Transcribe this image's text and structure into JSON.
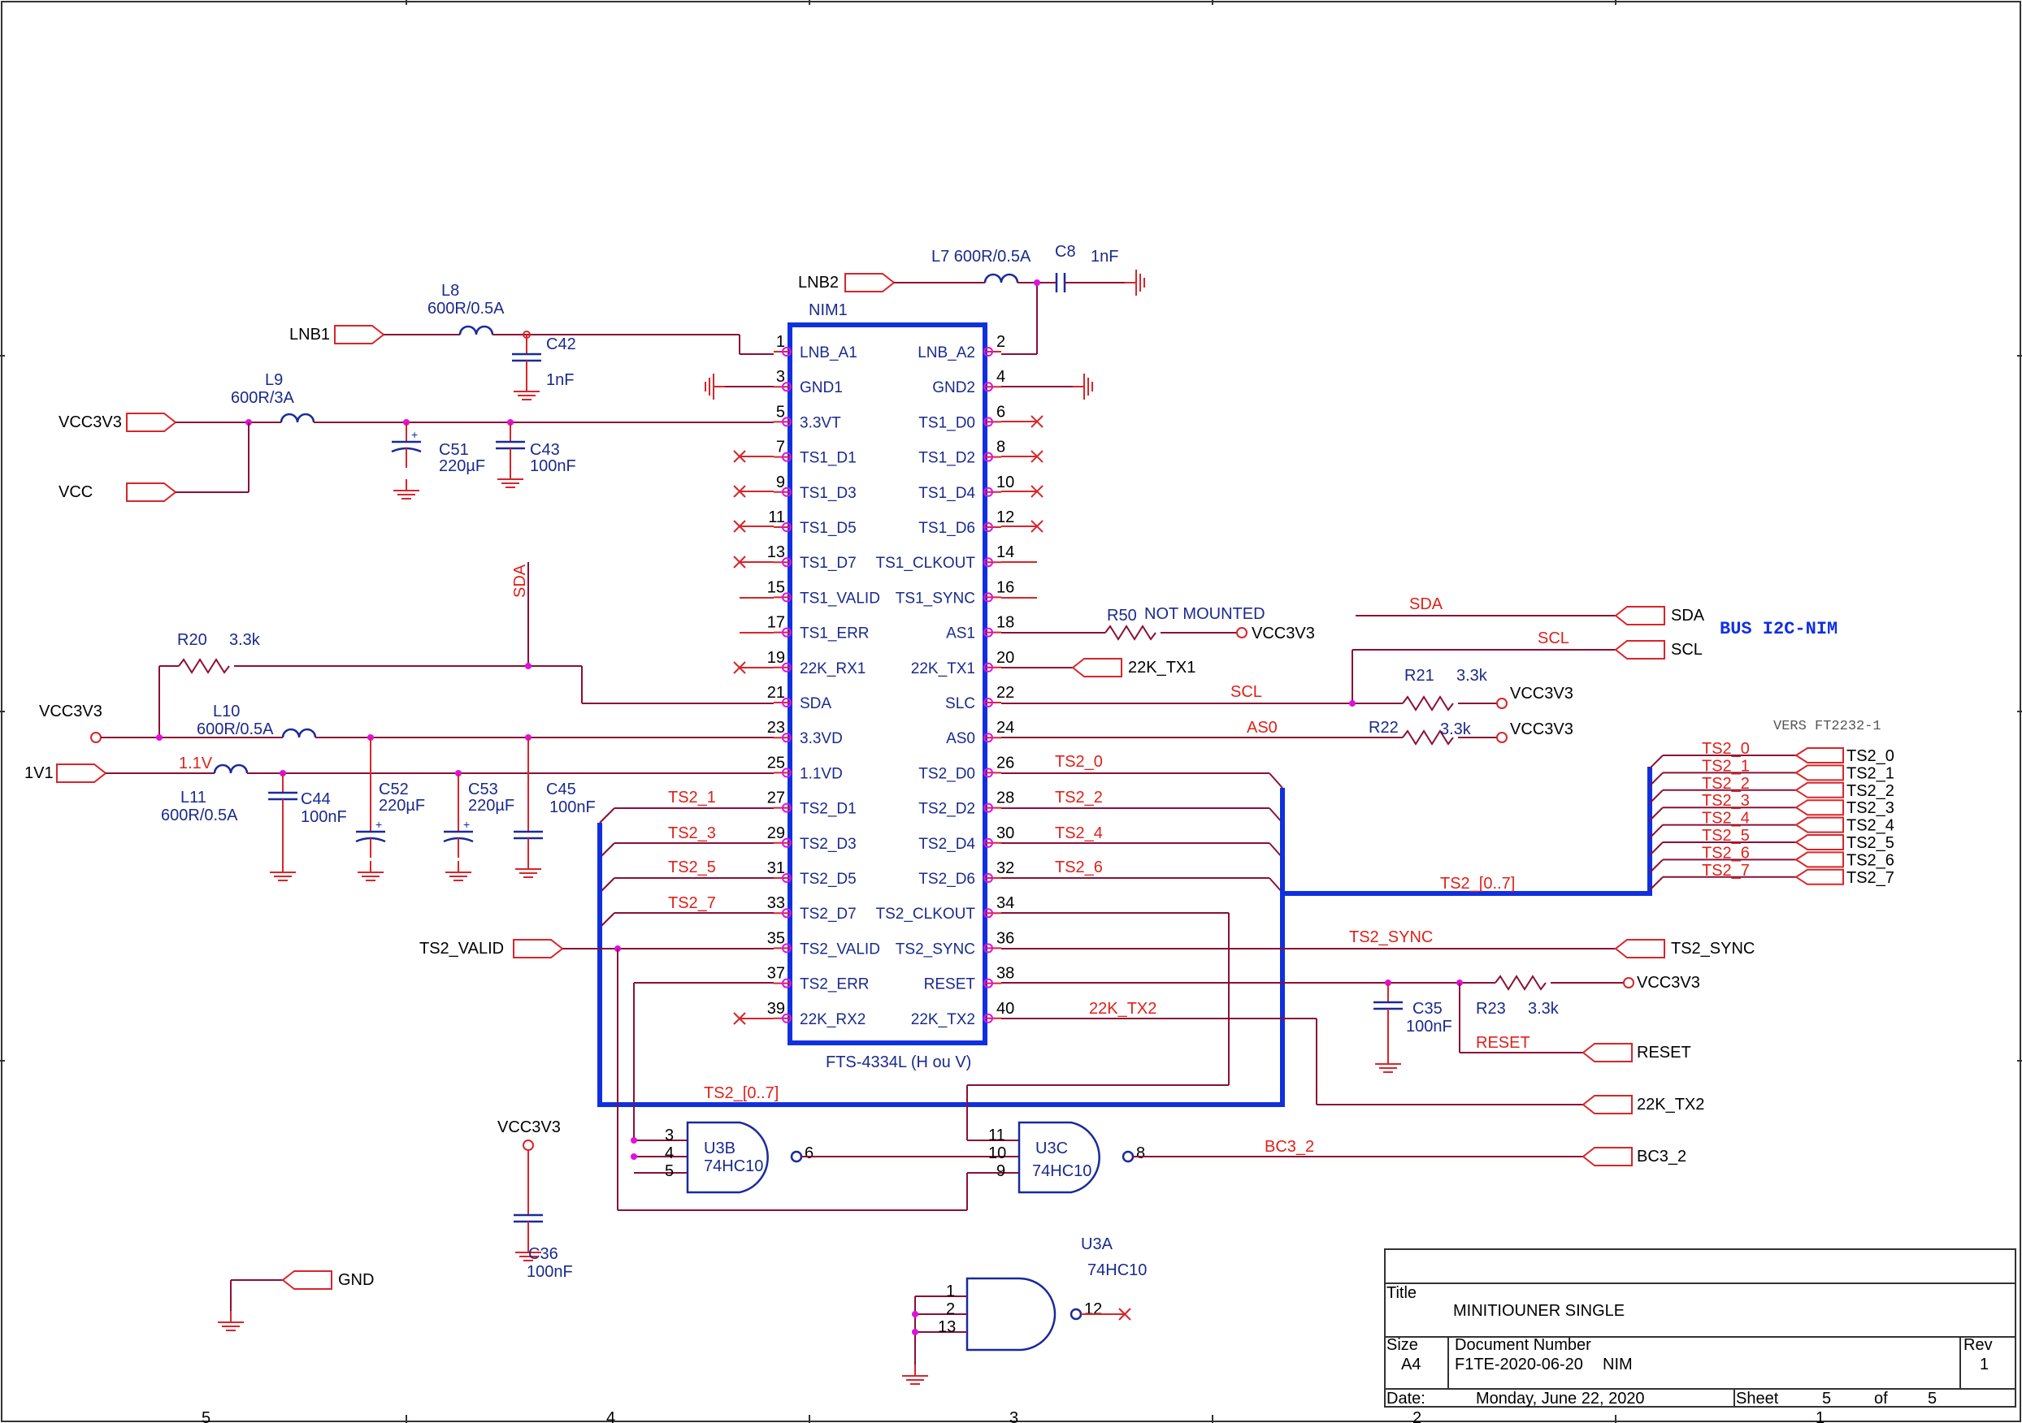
{
  "nim": {
    "ref": "NIM1",
    "part": "FTS-4334L (H ou V)",
    "left_pins": [
      {
        "num": "1",
        "name": "LNB_A1"
      },
      {
        "num": "3",
        "name": "GND1"
      },
      {
        "num": "5",
        "name": "3.3VT"
      },
      {
        "num": "7",
        "name": "TS1_D1"
      },
      {
        "num": "9",
        "name": "TS1_D3"
      },
      {
        "num": "11",
        "name": "TS1_D5"
      },
      {
        "num": "13",
        "name": "TS1_D7"
      },
      {
        "num": "15",
        "name": "TS1_VALID"
      },
      {
        "num": "17",
        "name": "TS1_ERR"
      },
      {
        "num": "19",
        "name": "22K_RX1"
      },
      {
        "num": "21",
        "name": "SDA"
      },
      {
        "num": "23",
        "name": "3.3VD"
      },
      {
        "num": "25",
        "name": "1.1VD"
      },
      {
        "num": "27",
        "name": "TS2_D1"
      },
      {
        "num": "29",
        "name": "TS2_D3"
      },
      {
        "num": "31",
        "name": "TS2_D5"
      },
      {
        "num": "33",
        "name": "TS2_D7"
      },
      {
        "num": "35",
        "name": "TS2_VALID"
      },
      {
        "num": "37",
        "name": "TS2_ERR"
      },
      {
        "num": "39",
        "name": "22K_RX2"
      }
    ],
    "right_pins": [
      {
        "num": "2",
        "name": "LNB_A2"
      },
      {
        "num": "4",
        "name": "GND2"
      },
      {
        "num": "6",
        "name": "TS1_D0"
      },
      {
        "num": "8",
        "name": "TS1_D2"
      },
      {
        "num": "10",
        "name": "TS1_D4"
      },
      {
        "num": "12",
        "name": "TS1_D6"
      },
      {
        "num": "14",
        "name": "TS1_CLKOUT"
      },
      {
        "num": "16",
        "name": "TS1_SYNC"
      },
      {
        "num": "18",
        "name": "AS1"
      },
      {
        "num": "20",
        "name": "22K_TX1"
      },
      {
        "num": "22",
        "name": "SLC"
      },
      {
        "num": "24",
        "name": "AS0"
      },
      {
        "num": "26",
        "name": "TS2_D0"
      },
      {
        "num": "28",
        "name": "TS2_D2"
      },
      {
        "num": "30",
        "name": "TS2_D4"
      },
      {
        "num": "32",
        "name": "TS2_D6"
      },
      {
        "num": "34",
        "name": "TS2_CLKOUT"
      },
      {
        "num": "36",
        "name": "TS2_SYNC"
      },
      {
        "num": "38",
        "name": "RESET"
      },
      {
        "num": "40",
        "name": "22K_TX2"
      }
    ]
  },
  "ports": {
    "lnb1": "LNB1",
    "lnb2": "LNB2",
    "vcc3v3": "VCC3V3",
    "vcc": "VCC",
    "v1": "1V1",
    "ts2_valid": "TS2_VALID",
    "gnd": "GND",
    "sda": "SDA",
    "scl": "SCL",
    "k22_tx1": "22K_TX1",
    "ts2_sync": "TS2_SYNC",
    "reset": "RESET",
    "k22_tx2": "22K_TX2",
    "bc3_2": "BC3_2",
    "ts2_out": [
      "TS2_0",
      "TS2_1",
      "TS2_2",
      "TS2_3",
      "TS2_4",
      "TS2_5",
      "TS2_6",
      "TS2_7"
    ]
  },
  "components": {
    "l8_ref": "L8",
    "l8_val": "600R/0.5A",
    "l7": "L7 600R/0.5A",
    "c8_ref": "C8",
    "c8_val": "1nF",
    "c42_ref": "C42",
    "c42_val": "1nF",
    "l9_ref": "L9",
    "l9_val": "600R/3A",
    "c51_ref": "C51",
    "c51_val": "220µF",
    "c43_ref": "C43",
    "c43_val": "100nF",
    "r20_ref": "R20",
    "r20_val": "3.3k",
    "l10_ref": "L10",
    "l10_val": "600R/0.5A",
    "l11_ref": "L11",
    "l11_val": "600R/0.5A",
    "c44_ref": "C44",
    "c44_val": "100nF",
    "c52_ref": "C52",
    "c52_val": "220µF",
    "c53_ref": "C53",
    "c53_val": "220µF",
    "c45_ref": "C45",
    "c45_val": "100nF",
    "r50_ref": "R50",
    "r50_val": "NOT MOUNTED",
    "r21_ref": "R21",
    "r21_val": "3.3k",
    "r22_ref": "R22",
    "r22_val": "3.3k",
    "r23_ref": "R23",
    "r23_val": "3.3k",
    "c35_ref": "C35",
    "c35_val": "100nF",
    "c36_ref": "C36",
    "c36_val": "100nF",
    "u3b_ref": "U3B",
    "u3b_val": "74HC10",
    "u3c_ref": "U3C",
    "u3c_val": "74HC10",
    "u3a_ref": "U3A",
    "u3a_val": "74HC10"
  },
  "nets": {
    "v11": "1.1V",
    "sda_v": "SDA",
    "sda": "SDA",
    "scl": "SCL",
    "scl2": "SCL",
    "as0": "AS0",
    "ts2_1": "TS2_1",
    "ts2_3": "TS2_3",
    "ts2_5": "TS2_5",
    "ts2_7": "TS2_7",
    "ts2_0": "TS2_0",
    "ts2_2": "TS2_2",
    "ts2_4": "TS2_4",
    "ts2_6": "TS2_6",
    "bus_a": "TS2_[0..7]",
    "bus_b": "TS2_[0..7]",
    "ts2_sync": "TS2_SYNC",
    "k22_tx2": "22K_TX2",
    "reset": "RESET",
    "bc3_2": "BC3_2",
    "ts2_right": [
      "TS2_0",
      "TS2_1",
      "TS2_2",
      "TS2_3",
      "TS2_4",
      "TS2_5",
      "TS2_6",
      "TS2_7"
    ]
  },
  "power_labels": {
    "vcc3v3_a": "VCC3V3",
    "vcc3v3_b": "VCC3V3",
    "vcc3v3_c": "VCC3V3",
    "vcc3v3_d": "VCC3V3",
    "vcc3v3_e": "VCC3V3",
    "vcc3v3_f": "VCC3V3"
  },
  "notes": {
    "bus_i2c": "BUS I2C-NIM",
    "vers": "VERS FT2232-1"
  },
  "gate_pins": {
    "u3b": [
      "3",
      "4",
      "5",
      "6"
    ],
    "u3c": [
      "11",
      "10",
      "9",
      "8"
    ],
    "u3a": [
      "1",
      "2",
      "13",
      "12"
    ]
  },
  "title_block": {
    "title_label": "Title",
    "title": "MINITIOUNER SINGLE",
    "size_label": "Size",
    "size": "A4",
    "docnum_label": "Document Number",
    "docnum": "F1TE-2020-06-20",
    "docnum_suffix": "NIM",
    "rev_label": "Rev",
    "rev": "1",
    "date_label": "Date:",
    "date": "Monday, June 22, 2020",
    "sheet_label": "Sheet",
    "sheet": "5",
    "of_label": "of",
    "sheet_total": "5"
  },
  "border_numbers": [
    "5",
    "4",
    "3",
    "2",
    "1"
  ],
  "colors": {
    "wire": "#8a1035",
    "net": "#e0201a",
    "component": "#1a2a9c",
    "bus": "#1030e0",
    "junction": "#e010e0"
  }
}
